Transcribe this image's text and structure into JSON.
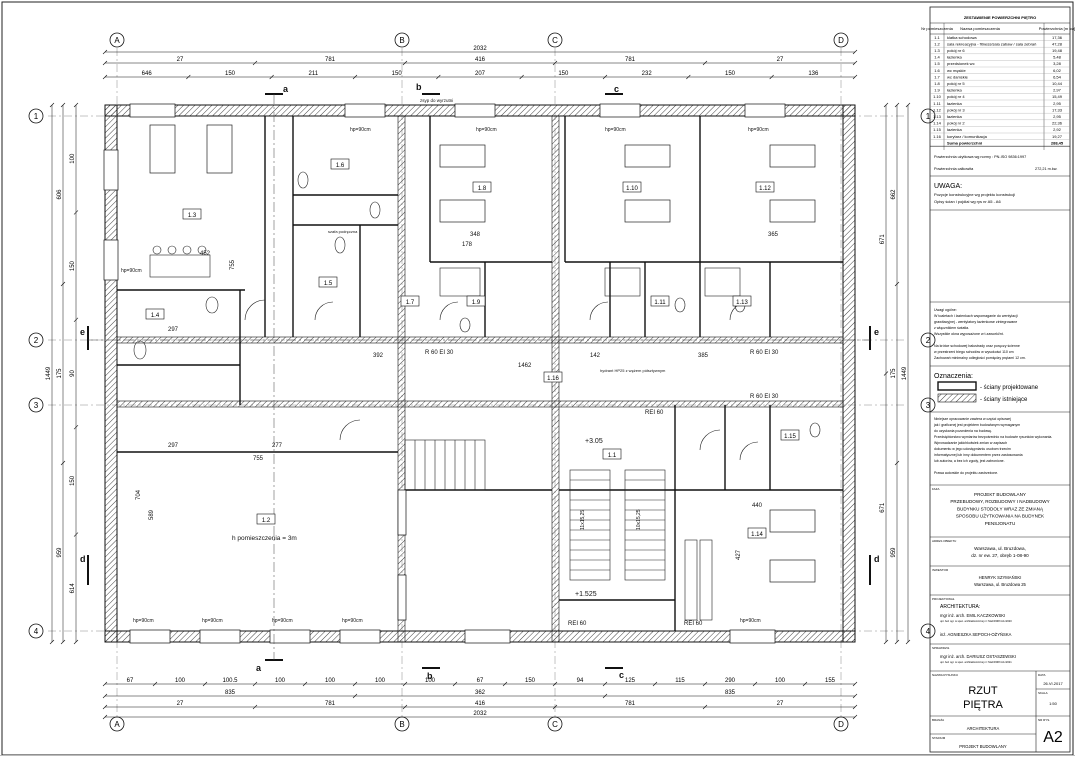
{
  "grid": {
    "cols": [
      "A",
      "B",
      "C",
      "D"
    ],
    "rows": [
      "1",
      "2",
      "3",
      "4"
    ]
  },
  "dims": {
    "top_total": "2032",
    "top_row2": [
      "27",
      "781",
      "416",
      "781",
      "27"
    ],
    "top_row3": [
      "646",
      "150",
      "211",
      "150",
      "207",
      "150",
      "232",
      "150",
      "136"
    ],
    "bottom_row1": [
      "67",
      "100",
      "100.5",
      "100",
      "100",
      "100",
      "100",
      "67",
      "150",
      "94",
      "125",
      "115",
      "290",
      "100",
      "155"
    ],
    "bottom_row2": [
      "835",
      "362",
      "835"
    ],
    "bottom_row3": [
      "27",
      "781",
      "416",
      "781",
      "27"
    ],
    "bottom_total": "2032",
    "left_outer": "1449",
    "left_mid": [
      "606",
      "175",
      "959"
    ],
    "left_inner": [
      "100",
      "150",
      "90",
      "150",
      "614"
    ],
    "right_outer": "1449",
    "right_mid": [
      "662",
      "175",
      "959"
    ],
    "right_inner": [
      "671",
      "671"
    ]
  },
  "rooms": [
    "1.1",
    "1.2",
    "1.3",
    "1.4",
    "1.5",
    "1.6",
    "1.7",
    "1.8",
    "1.9",
    "1.10",
    "1.11",
    "1.12",
    "1.13",
    "1.14",
    "1.15",
    "1.16"
  ],
  "plan_labels": {
    "room_height": "h pomieszczenia = 3m",
    "window_note": "hp=90cm",
    "fire_door": "R 60 EI 30",
    "fire_wall": "REI 60",
    "level1": "+3.05",
    "level2": "+1.525",
    "stairs1": "11x15,25",
    "stairs2": "10x15,25",
    "section_a": "a",
    "section_b": "b",
    "section_c": "c",
    "section_d": "d",
    "section_e": "e",
    "hydrant": "hydrant HP25\nz wężem półsztywnym",
    "zsyp": "zsyp do wyrzutni",
    "szafa": "szafa podręczna",
    "elev1": "1462",
    "elev2": "392",
    "elev3": "385",
    "elev4": "142",
    "elev5": "755",
    "elev6": "297",
    "elev7": "277",
    "elev8": "452",
    "elev9": "704",
    "elev10": "589",
    "elev11": "440",
    "elev12": "427",
    "elev13": "348",
    "elev14": "365",
    "elev15": "178"
  },
  "table": {
    "title": "ZESTAWIENIE POWIERZCHNI PIĘTRO",
    "headers": [
      "Nr pomieszczenia",
      "Nazwa pomieszczenia",
      "Powierzchnia [m kw]"
    ],
    "rows": [
      [
        "1.1",
        "klatka schodowa",
        "17,36"
      ],
      [
        "1.2",
        "sala rekreacyjna - fitness/sala zabaw / sala zebrań",
        "47,28"
      ],
      [
        "1.3",
        "pokój nr 6",
        "19,48"
      ],
      [
        "1.4",
        "łazienka",
        "5,48"
      ],
      [
        "1.5",
        "przedsionek wc",
        "3,28"
      ],
      [
        "1.6",
        "wc męskie",
        "6,02"
      ],
      [
        "1.7",
        "wc damskie",
        "6,54"
      ],
      [
        "1.8",
        "pokój nr 5",
        "10,44"
      ],
      [
        "1.9",
        "łazienka",
        "2,97"
      ],
      [
        "1.10",
        "pokój nr 4",
        "15,49"
      ],
      [
        "1.11",
        "łazienka",
        "2,95"
      ],
      [
        "1.12",
        "pokój nr 3",
        "17,33"
      ],
      [
        "1.13",
        "łazienka",
        "2,95"
      ],
      [
        "1.14",
        "pokój nr 2",
        "22,36"
      ],
      [
        "1.15",
        "łazienka",
        "2,92"
      ],
      [
        "1.16",
        "korytarz / komunikacja",
        "19,27"
      ]
    ],
    "sum_label": "Suma powierzchni",
    "sum_value": "288,45"
  },
  "notes": {
    "useful_area_label": "Powierzchnia użytkowa wg normy : PN-ISO 9836:1997",
    "total_area_label": "Powierzchnia całkowita",
    "total_area_value": "272,21 m.kw.",
    "uwaga_title": "UWAGA:",
    "uwaga_lines": [
      "Pozycje konstrukcyjne wg projektu konstrukcji",
      "Opisy ścian i pojdiai wg rys nr A5 - A6"
    ],
    "vent_lines": [
      "Uwagi ogólne:",
      "W toaletach i łazienkach wspomaganie do wentylacji",
      "grawitacyjnej - wentylatory łazienkowe zintegrowane",
      "z włącznikiem światła.",
      "Wszystkie okna wyposażone w t.zaworki/nt.",
      "",
      "Na krótce schodowej balustrady oraz poręczy ścienne",
      "w przestrzeni biegu schodów w wysokości 110 cm",
      "Zachowań minimalny odległości pomiędzy prętami 12 cm."
    ],
    "legend_title": "Oznaczenia:",
    "legend_new": "- ściany projektowane",
    "legend_existing": "- ściany istniejące",
    "copyright_lines": [
      "Niniejsze opracowanie zawiera w części opisowej",
      "jak i graficznej jest projektem budowlanym wymaganym",
      "do uzyskania pozwolenia na budowę.",
      "Przedsiębiorstwo wymiarów bezpośrednio na budowie rysunków wykonania.",
      "Wprowadzanie jakichkolwiek zmian w zapisach",
      "dokumentu w jego udostępnianiu osobom trzecim",
      "informatycznej lub inny dokumentem przez zastosowania",
      "lub autorów, a bez ich zgody, jest zabronione.",
      "",
      "Prawa autorskie do projektu zastrzeżone."
    ]
  },
  "title_block": {
    "faza_label": "FAZA",
    "project_title": [
      "PROJEKT BUDOWLANY",
      "PRZEBUDOWY, ROZBUDOWY I NADBUDOWY",
      "BUDYNKU STODOŁY WRAZ ZE ZMIANĄ",
      "SPOSOBU UŻYTKOWANIA NA BUDYNEK",
      "PENSJONATU"
    ],
    "address_label": "ADRES OBIEKTU",
    "address_lines": [
      "Warszawa, ul. Bruzdowa,",
      "dz. nr ew. 27, obręb 1-08-90"
    ],
    "investor_label": "INWESTOR",
    "investor_lines": [
      "HENRYK SZYMAŃSKI",
      "Warszawa, ul. Bruzdowa 25"
    ],
    "design_label": "PROJEKTOWAŁ",
    "discipline": "ARCHITEKTURA:",
    "designer1": "mgr inż. arch. EMIL KACZKOWSKI",
    "designer1_note": "upr. bez ogr. w spec. architektonicznej nr: Maz/0338 /AA /2020",
    "designer2": "inż. AGNIESZKA SEPOCH-OŻYŃSKA",
    "verifier_label": "SPRAWDZIŁ",
    "verifier": "mgr inż. arch. DARIUSZ OSTASZEWSKI",
    "verifier_note": "upr. bez ogr. w spec. architektonicznej nr: Maz/0338 /AA /2021",
    "drawing_label": "NAZWA RYSUNKU",
    "drawing_name": [
      "RZUT",
      "PIĘTRA"
    ],
    "date_label": "DATA",
    "date": "26.VI.2017",
    "scale_label": "SKALA",
    "scale": "1:50",
    "branch_label": "BRANŻA",
    "branch": "ARCHITEKTURA",
    "stage_label": "STADIUM",
    "stage": "PROJEKT BUDOWLANY",
    "sheet_label": "NR RYS.",
    "sheet": "A2"
  }
}
